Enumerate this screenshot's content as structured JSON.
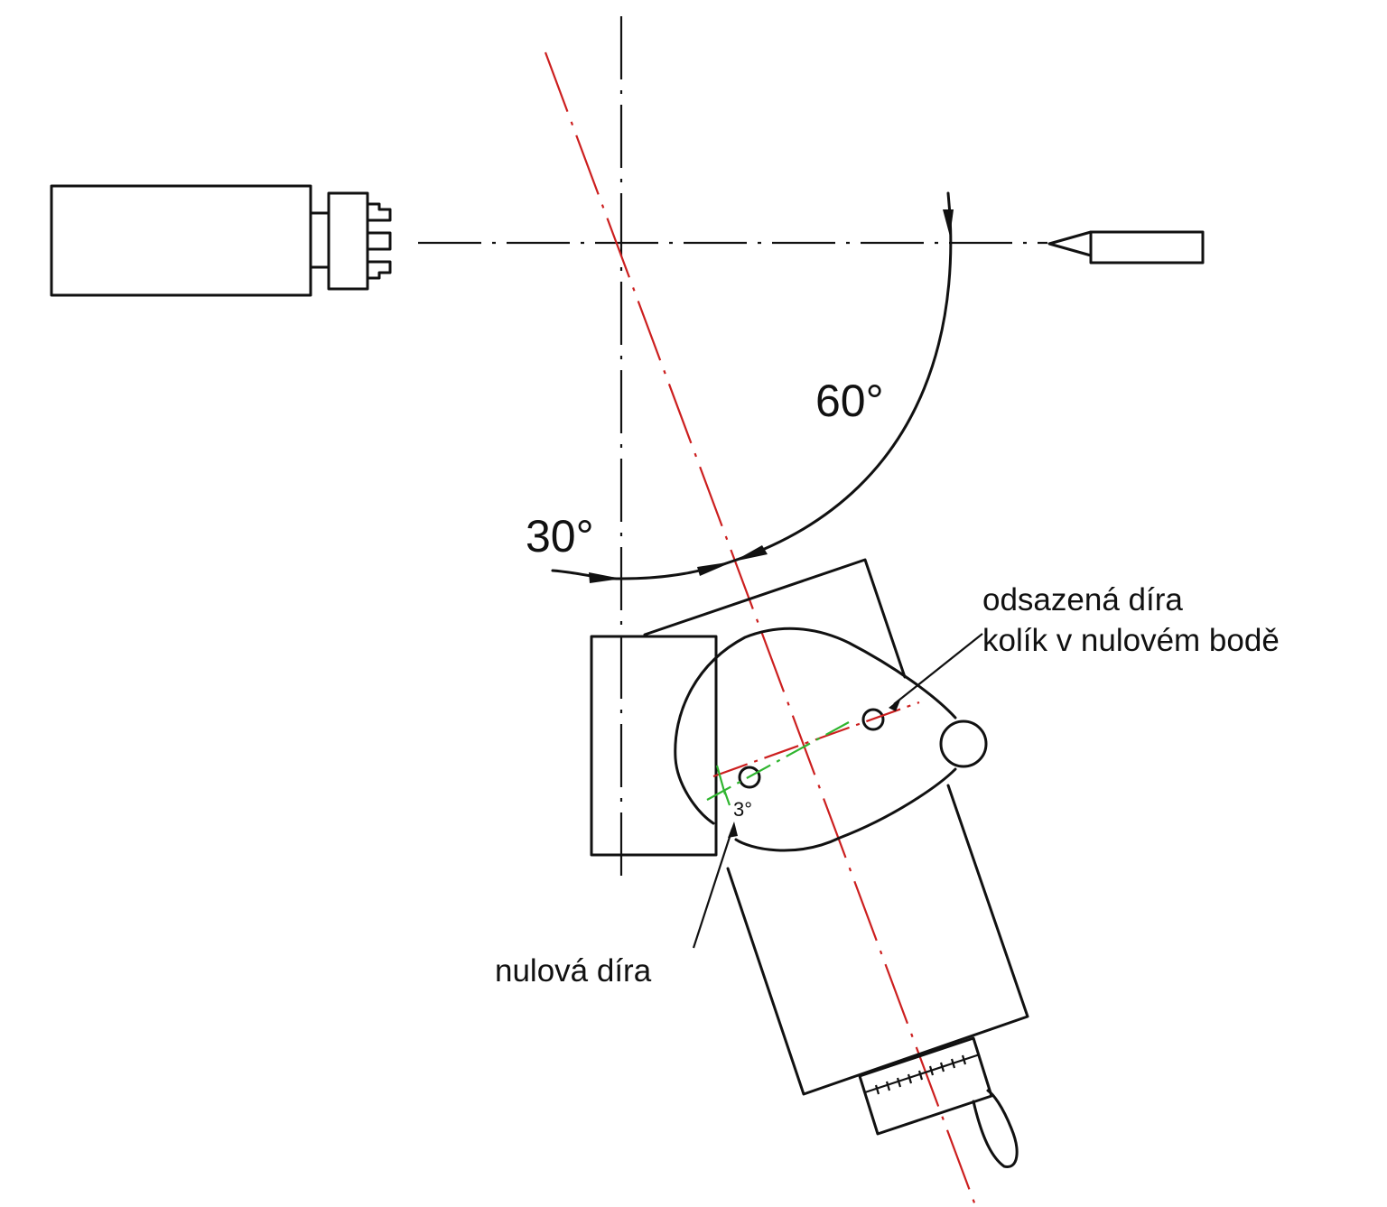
{
  "labels": {
    "angle_60": "60°",
    "angle_30": "30°",
    "angle_3": "3°",
    "offset_hole_line1": "odsazená díra",
    "offset_hole_line2": "kolík v nulovém bodě",
    "zero_hole": "nulová díra"
  },
  "colors": {
    "line": "#111111",
    "red_axis": "#cc1f1f",
    "green_axis": "#2fb52f"
  }
}
